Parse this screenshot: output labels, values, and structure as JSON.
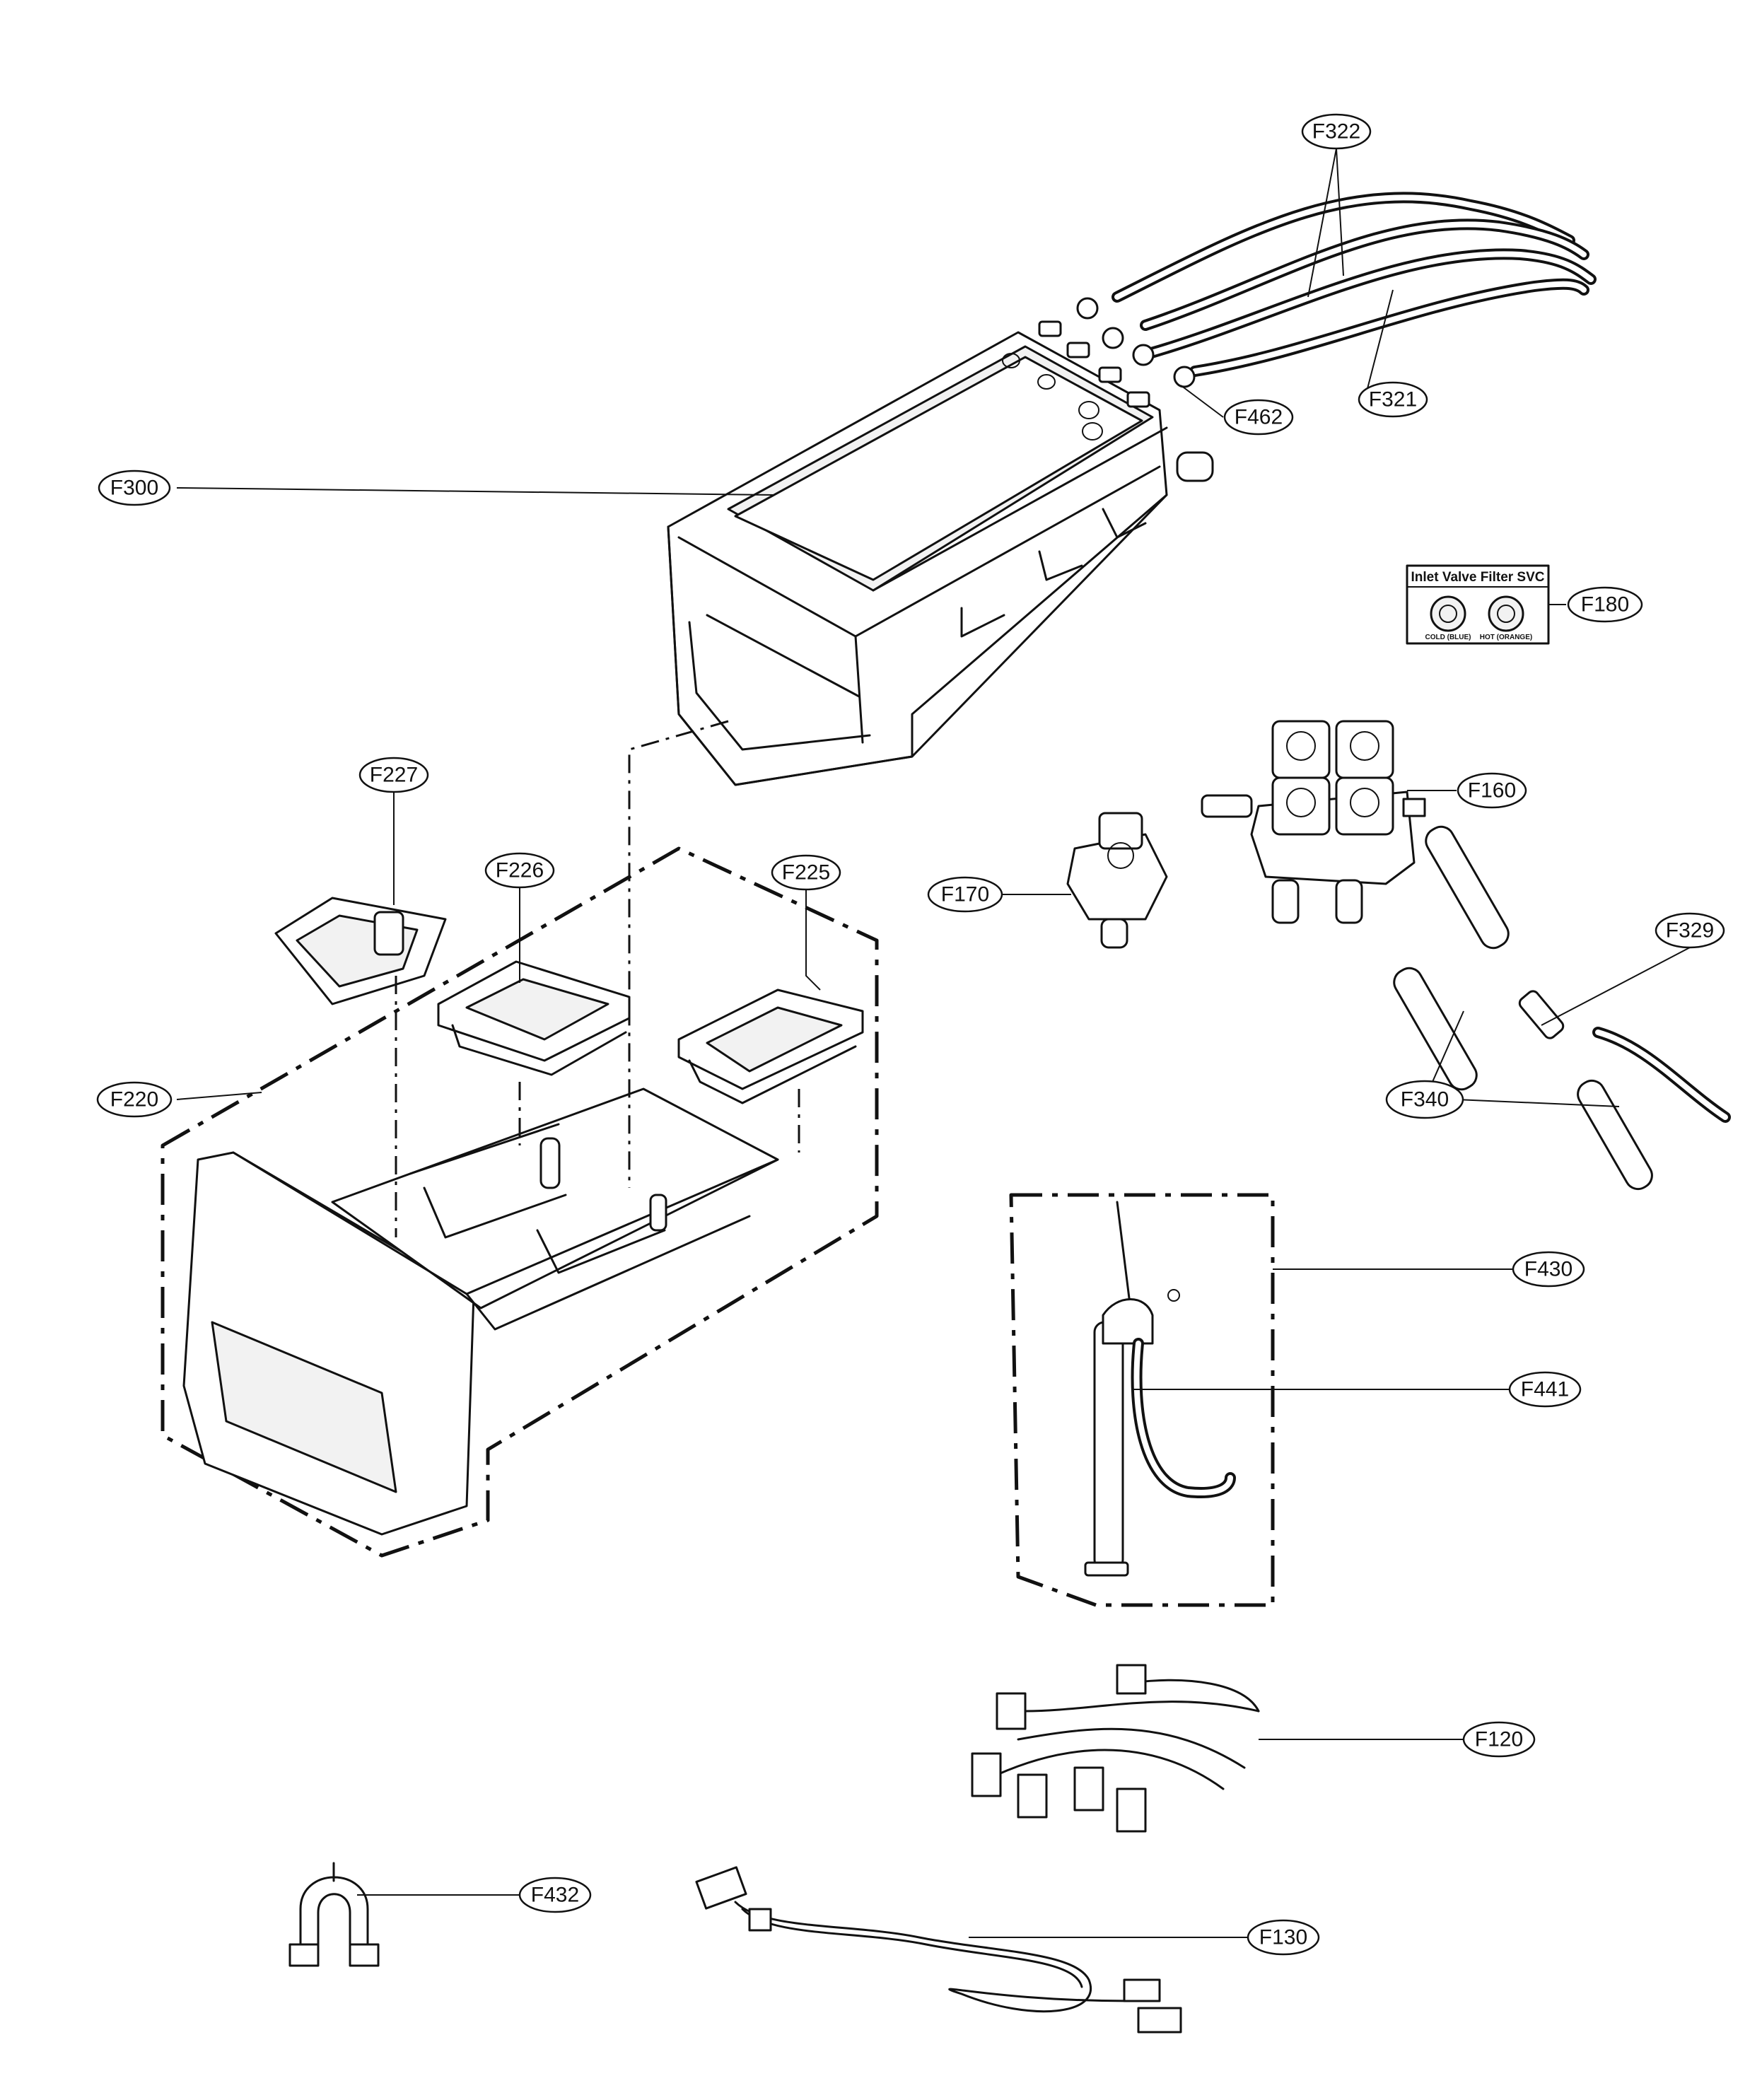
{
  "callouts": [
    {
      "id": "F322",
      "label": "F322"
    },
    {
      "id": "F321",
      "label": "F321"
    },
    {
      "id": "F462",
      "label": "F462"
    },
    {
      "id": "F300",
      "label": "F300"
    },
    {
      "id": "F180",
      "label": "F180"
    },
    {
      "id": "F160",
      "label": "F160"
    },
    {
      "id": "F227",
      "label": "F227"
    },
    {
      "id": "F226",
      "label": "F226"
    },
    {
      "id": "F225",
      "label": "F225"
    },
    {
      "id": "F170",
      "label": "F170"
    },
    {
      "id": "F329",
      "label": "F329"
    },
    {
      "id": "F220",
      "label": "F220"
    },
    {
      "id": "F340",
      "label": "F340"
    },
    {
      "id": "F430",
      "label": "F430"
    },
    {
      "id": "F441",
      "label": "F441"
    },
    {
      "id": "F120",
      "label": "F120"
    },
    {
      "id": "F432",
      "label": "F432"
    },
    {
      "id": "F130",
      "label": "F130"
    }
  ],
  "svc_box": {
    "title": "Inlet Valve Filter SVC",
    "cold_label": "COLD (BLUE)",
    "hot_label": "HOT (ORANGE)"
  }
}
